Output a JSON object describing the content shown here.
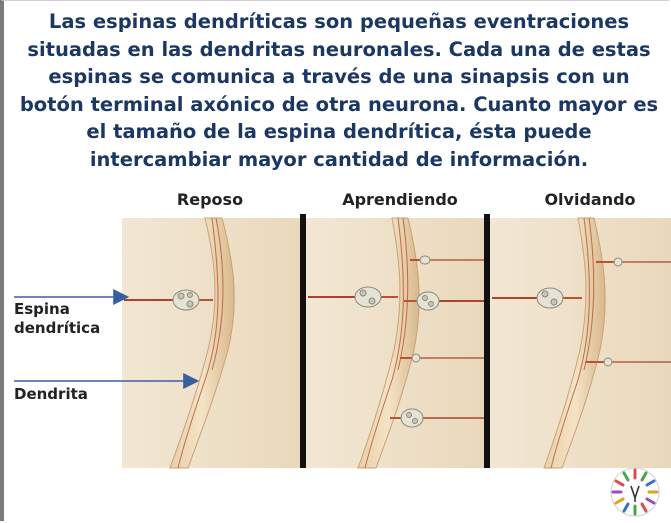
{
  "intro_text": "Las espinas dendríticas son pequeñas eventraciones situadas en las dendritas neuronales. Cada una de estas espinas se comunica a través de una sinapsis con un botón terminal axónico de otra neurona. Cuanto mayor es el tamaño de la espina dendrítica, ésta puede intercambiar mayor cantidad de información.",
  "panels": {
    "rest": "Reposo",
    "learning": "Aprendiendo",
    "forgetting": "Olvidando"
  },
  "labels": {
    "spine_line1": "Espina",
    "spine_line2": "dendrítica",
    "dendrite": "Dendrita"
  },
  "colors": {
    "title_text": "#1b3763",
    "background_tissue": "#efe2cc",
    "dendrite": "#d9b98f",
    "axon": "#a8452a",
    "arrow": "#3a5f9f",
    "divider": "#111111"
  },
  "icons": [
    "logo-icon"
  ]
}
